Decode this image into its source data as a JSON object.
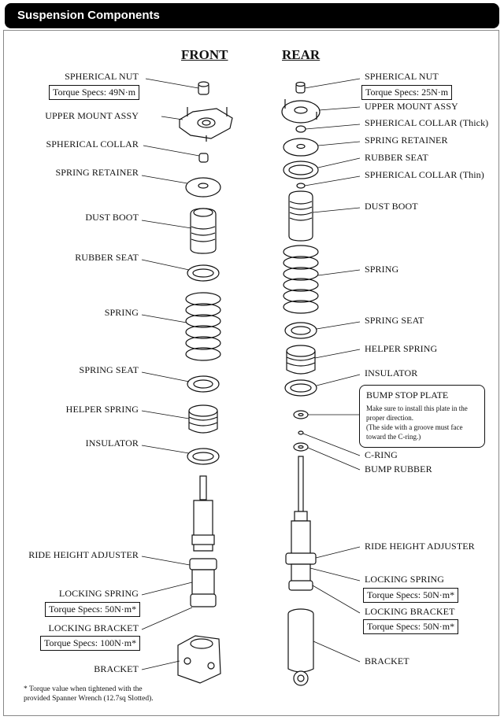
{
  "header": {
    "title": "Suspension Components"
  },
  "columns": {
    "front": "FRONT",
    "rear": "REAR"
  },
  "front": {
    "spherical_nut": "SPHERICAL NUT",
    "spherical_nut_torque": "Torque Specs: 49N·m",
    "upper_mount_assy": "UPPER MOUNT ASSY",
    "spherical_collar": "SPHERICAL COLLAR",
    "spring_retainer": "SPRING RETAINER",
    "dust_boot": "DUST BOOT",
    "rubber_seat": "RUBBER SEAT",
    "spring": "SPRING",
    "spring_seat": "SPRING SEAT",
    "helper_spring": "HELPER SPRING",
    "insulator": "INSULATOR",
    "ride_height_adjuster": "RIDE HEIGHT ADJUSTER",
    "locking_spring": "LOCKING SPRING",
    "locking_spring_torque": "Torque Specs: 50N·m*",
    "locking_bracket": "LOCKING BRACKET",
    "locking_bracket_torque": "Torque Specs: 100N·m*",
    "bracket": "BRACKET"
  },
  "rear": {
    "spherical_nut": "SPHERICAL NUT",
    "spherical_nut_torque": "Torque Specs: 25N·m",
    "upper_mount_assy": "UPPER MOUNT ASSY",
    "spherical_collar_thick": "SPHERICAL COLLAR (Thick)",
    "spring_retainer": "SPRING RETAINER",
    "rubber_seat": "RUBBER SEAT",
    "spherical_collar_thin": "SPHERICAL COLLAR (Thin)",
    "dust_boot": "DUST BOOT",
    "spring": "SPRING",
    "spring_seat": "SPRING SEAT",
    "helper_spring": "HELPER SPRING",
    "insulator": "INSULATOR",
    "bump_stop_plate": "BUMP STOP PLATE",
    "bump_stop_note": "Make sure to install this plate in the\nproper direction.\n(The side with a groove must face\ntoward the C-ring.)",
    "c_ring": "C-RING",
    "bump_rubber": "BUMP RUBBER",
    "ride_height_adjuster": "RIDE HEIGHT ADJUSTER",
    "locking_spring": "LOCKING SPRING",
    "locking_spring_torque": "Torque Specs: 50N·m*",
    "locking_bracket": "LOCKING BRACKET",
    "locking_bracket_torque": "Torque Specs: 50N·m*",
    "bracket": "BRACKET"
  },
  "footnote": "* Torque value when tightened with the\n    provided Spanner Wrench (12.7sq Slotted)."
}
